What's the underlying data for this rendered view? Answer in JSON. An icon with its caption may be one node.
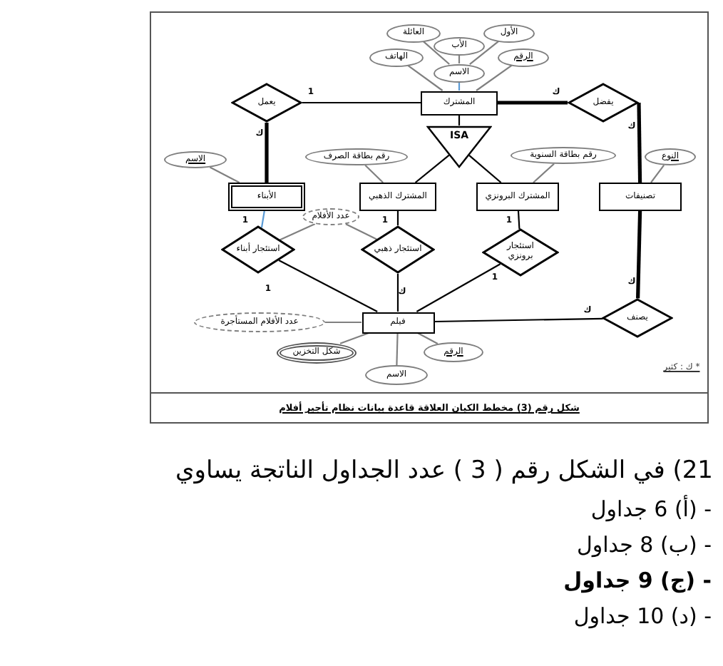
{
  "diagram": {
    "caption": "شكل رقم (3) مخطط الكيان العلاقة قاعدة بيانات نظام تأجير أفلام",
    "nodes": [
      {
        "text": [
          "العائلة"
        ]
      },
      {
        "text": [
          "الأول"
        ]
      },
      {
        "text": [
          "الأب"
        ]
      },
      {
        "text": [
          "الهاتف"
        ]
      },
      {
        "text": [
          "الرقم"
        ]
      },
      {
        "text": [
          "الاسم"
        ]
      },
      {
        "text": [
          "يعمل"
        ]
      },
      {
        "text": [
          "المشترك"
        ]
      },
      {
        "text": [
          "يفضل"
        ]
      },
      {
        "text": [
          "ISA"
        ]
      },
      {
        "text": [
          "الاسم"
        ]
      },
      {
        "text": [
          "رقم بطاقة الصرف"
        ]
      },
      {
        "text": [
          "رقم بطاقة السنوية"
        ]
      },
      {
        "text": [
          "النوع"
        ]
      },
      {
        "text": [
          "الأبناء"
        ]
      },
      {
        "text": [
          "المشترك الذهبي"
        ]
      },
      {
        "text": [
          "المشترك البرونزي"
        ]
      },
      {
        "text": [
          "تصنيفات"
        ]
      },
      {
        "text": [
          "عدد الأفلام"
        ]
      },
      {
        "text": [
          "استئجار أبناء"
        ]
      },
      {
        "text": [
          "استئجار ذهبي"
        ]
      },
      {
        "text": [
          "استئجار برونزي"
        ]
      },
      {
        "text": [
          "عدد الأفلام المستأجرة"
        ]
      },
      {
        "text": [
          "فيلم"
        ]
      },
      {
        "text": [
          "يصنف"
        ]
      },
      {
        "text": [
          "شكل التخزين"
        ]
      },
      {
        "text": [
          "الرقم"
        ]
      },
      {
        "text": [
          "الاسم"
        ]
      }
    ],
    "edges": [
      {
        "from": 0,
        "to": 5,
        "arrow": "none"
      },
      {
        "from": 2,
        "to": 5,
        "arrow": "none"
      },
      {
        "from": 1,
        "to": 5,
        "arrow": "none"
      },
      {
        "from": 3,
        "to": 7,
        "arrow": "none"
      },
      {
        "from": 4,
        "to": 7,
        "arrow": "none"
      },
      {
        "from": 5,
        "to": 7,
        "arrow": "none",
        "color": "#5b9bd5"
      },
      {
        "from": 7,
        "to": 6,
        "arrow": "none",
        "color": "#000000"
      },
      {
        "from": 6,
        "to": 14,
        "arrow": "none",
        "style": "thick",
        "color": "#000000"
      },
      {
        "from": 7,
        "to": 8,
        "arrow": "none",
        "style": "thick",
        "color": "#000000"
      },
      {
        "from": 8,
        "to": 17,
        "arrow": "none",
        "style": "thick",
        "color": "#000000"
      },
      {
        "from": 7,
        "to": 9,
        "arrow": "none",
        "color": "#000000"
      },
      {
        "from": 9,
        "to": 15,
        "arrow": "none",
        "color": "#000000"
      },
      {
        "from": 9,
        "to": 16,
        "arrow": "none",
        "color": "#000000"
      },
      {
        "from": 10,
        "to": 14,
        "arrow": "none"
      },
      {
        "from": 11,
        "to": 15,
        "arrow": "none"
      },
      {
        "from": 12,
        "to": 16,
        "arrow": "none"
      },
      {
        "from": 13,
        "to": 17,
        "arrow": "none"
      },
      {
        "from": 14,
        "to": 19,
        "arrow": "none",
        "color": "#5b9bd5"
      },
      {
        "from": 15,
        "to": 20,
        "arrow": "none",
        "color": "#000000"
      },
      {
        "from": 16,
        "to": 21,
        "arrow": "none",
        "color": "#000000"
      },
      {
        "from": 18,
        "to": 19,
        "arrow": "none"
      },
      {
        "from": 18,
        "to": 20,
        "arrow": "none"
      },
      {
        "from": 19,
        "to": 23,
        "arrow": "none",
        "color": "#000000"
      },
      {
        "from": 20,
        "to": 23,
        "arrow": "none",
        "color": "#000000"
      },
      {
        "from": 21,
        "to": 23,
        "arrow": "none",
        "color": "#000000"
      },
      {
        "from": 17,
        "to": 24,
        "arrow": "none",
        "style": "thick",
        "color": "#000000"
      },
      {
        "from": 24,
        "to": 23,
        "arrow": "none",
        "color": "#000000"
      },
      {
        "from": 22,
        "to": 23,
        "arrow": "none"
      },
      {
        "from": 25,
        "to": 23,
        "arrow": "none"
      },
      {
        "from": 26,
        "to": 23,
        "arrow": "none"
      },
      {
        "from": 27,
        "to": 23,
        "arrow": "none"
      }
    ],
    "labels": [
      "1",
      "ك",
      "ك",
      "ك",
      "1",
      "1",
      "1",
      "1",
      "ك",
      "1",
      "ك",
      "ك",
      "* ك : كثير",
      "21) في الشكل رقم ( 3 ) عدد الجداول الناتجة يساوي",
      "- (أ) 6 جداول",
      "- (ب) 8 جداول",
      "- (ج) 9 جداول",
      "- (د) 10 جداول"
    ]
  }
}
